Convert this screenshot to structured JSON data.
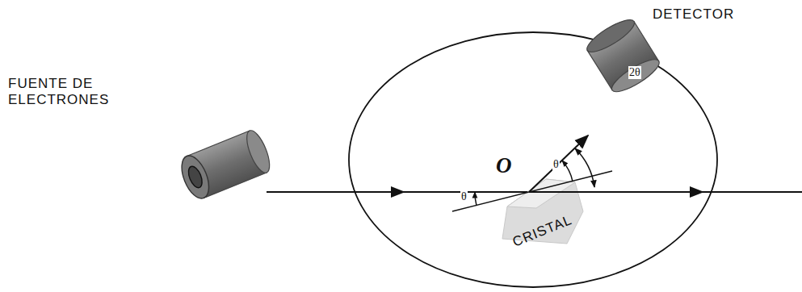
{
  "diagram": {
    "labels": [
      "FUENTE DE ELECTRONES",
      "DETECTOR",
      "O",
      "θ",
      "θ",
      "2θ",
      "CRISTAL"
    ]
  }
}
